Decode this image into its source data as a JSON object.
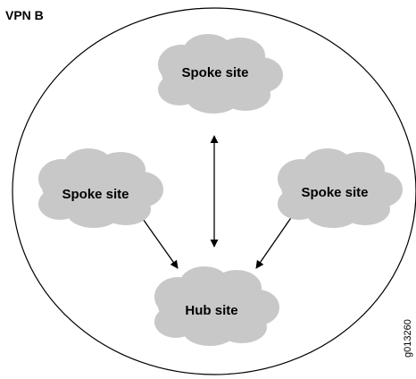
{
  "vpn_label": "VPN B",
  "sites": {
    "top": "Spoke site",
    "left": "Spoke site",
    "right": "Spoke site",
    "hub": "Hub site"
  },
  "figure_id": "g013260",
  "colors": {
    "cloud_fill": "#c8c8c8",
    "circle_stroke": "#000000",
    "arrow": "#000000",
    "text": "#000000"
  }
}
